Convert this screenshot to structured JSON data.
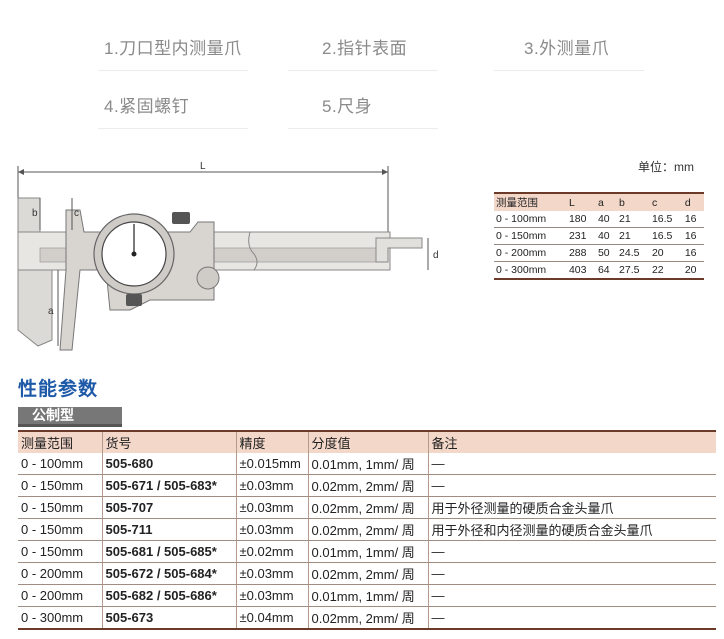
{
  "parts": [
    {
      "label": "1.刀口型内测量爪"
    },
    {
      "label": "2.指针表面"
    },
    {
      "label": "3.外测量爪"
    },
    {
      "label": "4.紧固螺钉"
    },
    {
      "label": "5.尺身"
    }
  ],
  "diagram": {
    "labels": {
      "L": "L",
      "a": "a",
      "b": "b",
      "c": "c",
      "d": "d"
    }
  },
  "unit_label": "单位：mm",
  "dimensions": {
    "headers": [
      "测量范围",
      "L",
      "a",
      "b",
      "c",
      "d"
    ],
    "rows": [
      [
        "0 - 100mm",
        "180",
        "40",
        "21",
        "16.5",
        "16"
      ],
      [
        "0 - 150mm",
        "231",
        "40",
        "21",
        "16.5",
        "16"
      ],
      [
        "0 - 200mm",
        "288",
        "50",
        "24.5",
        "20",
        "16"
      ],
      [
        "0 - 300mm",
        "403",
        "64",
        "27.5",
        "22",
        "20"
      ]
    ]
  },
  "section_title": "性能参数",
  "tag_label": "公制型",
  "specs": {
    "headers": [
      "测量范围",
      "货号",
      "精度",
      "分度值",
      "备注"
    ],
    "rows": [
      [
        "0 - 100mm",
        "505-680",
        "±0.015mm",
        "0.01mm, 1mm/ 周",
        "—"
      ],
      [
        "0 - 150mm",
        "505-671 / 505-683*",
        "±0.03mm",
        "0.02mm, 2mm/ 周",
        "—"
      ],
      [
        "0 - 150mm",
        "505-707",
        "±0.03mm",
        "0.02mm, 2mm/ 周",
        "用于外径测量的硬质合金头量爪"
      ],
      [
        "0 - 150mm",
        "505-711",
        "±0.03mm",
        "0.02mm, 2mm/ 周",
        "用于外径和内径测量的硬质合金头量爪"
      ],
      [
        "0 - 150mm",
        "505-681 / 505-685*",
        "±0.02mm",
        "0.01mm, 1mm/ 周",
        "—"
      ],
      [
        "0 - 200mm",
        "505-672 / 505-684*",
        "±0.03mm",
        "0.02mm, 2mm/ 周",
        "—"
      ],
      [
        "0 - 200mm",
        "505-682 / 505-686*",
        "±0.03mm",
        "0.01mm, 1mm/ 周",
        "—"
      ],
      [
        "0 - 300mm",
        "505-673",
        "±0.04mm",
        "0.02mm, 2mm/ 周",
        "—"
      ]
    ]
  }
}
